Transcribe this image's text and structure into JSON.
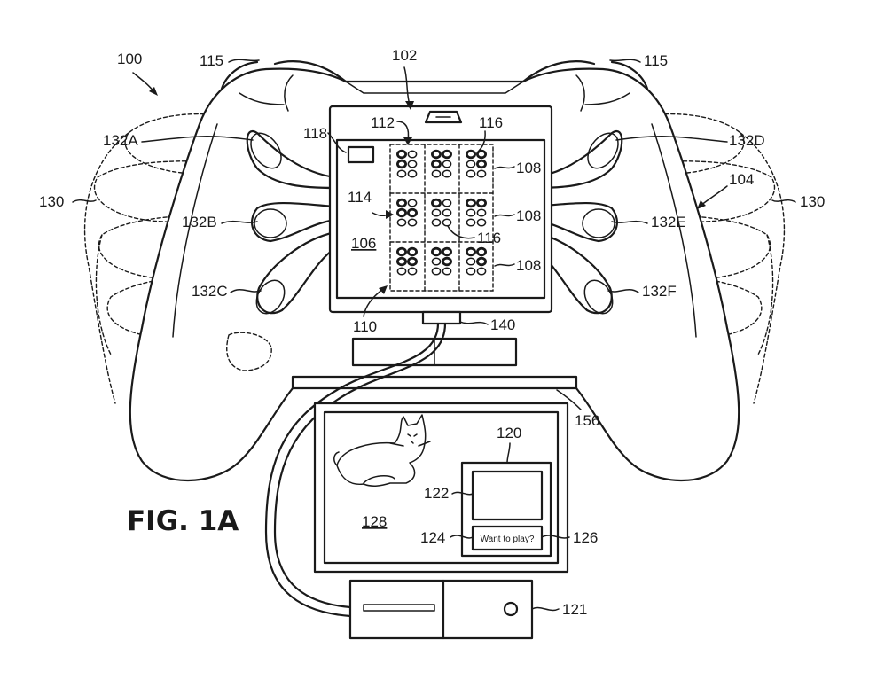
{
  "figure": {
    "caption": "FIG. 1A",
    "display_text": "Want to play?"
  },
  "reference_numerals": {
    "r100": "100",
    "r102": "102",
    "r104": "104",
    "r106": "106",
    "r108a": "108",
    "r108b": "108",
    "r108c": "108",
    "r110": "110",
    "r112": "112",
    "r114": "114",
    "r115a": "115",
    "r115b": "115",
    "r116a": "116",
    "r116b": "116",
    "r118": "118",
    "r120": "120",
    "r121": "121",
    "r122": "122",
    "r124": "124",
    "r126": "126",
    "r128": "128",
    "r130a": "130",
    "r130b": "130",
    "r132A": "132A",
    "r132B": "132B",
    "r132C": "132C",
    "r132D": "132D",
    "r132E": "132E",
    "r132F": "132F",
    "r140": "140",
    "r156": "156"
  },
  "braille_grid": {
    "rows": 3,
    "cols": 3,
    "dots_per_cell": 6
  }
}
